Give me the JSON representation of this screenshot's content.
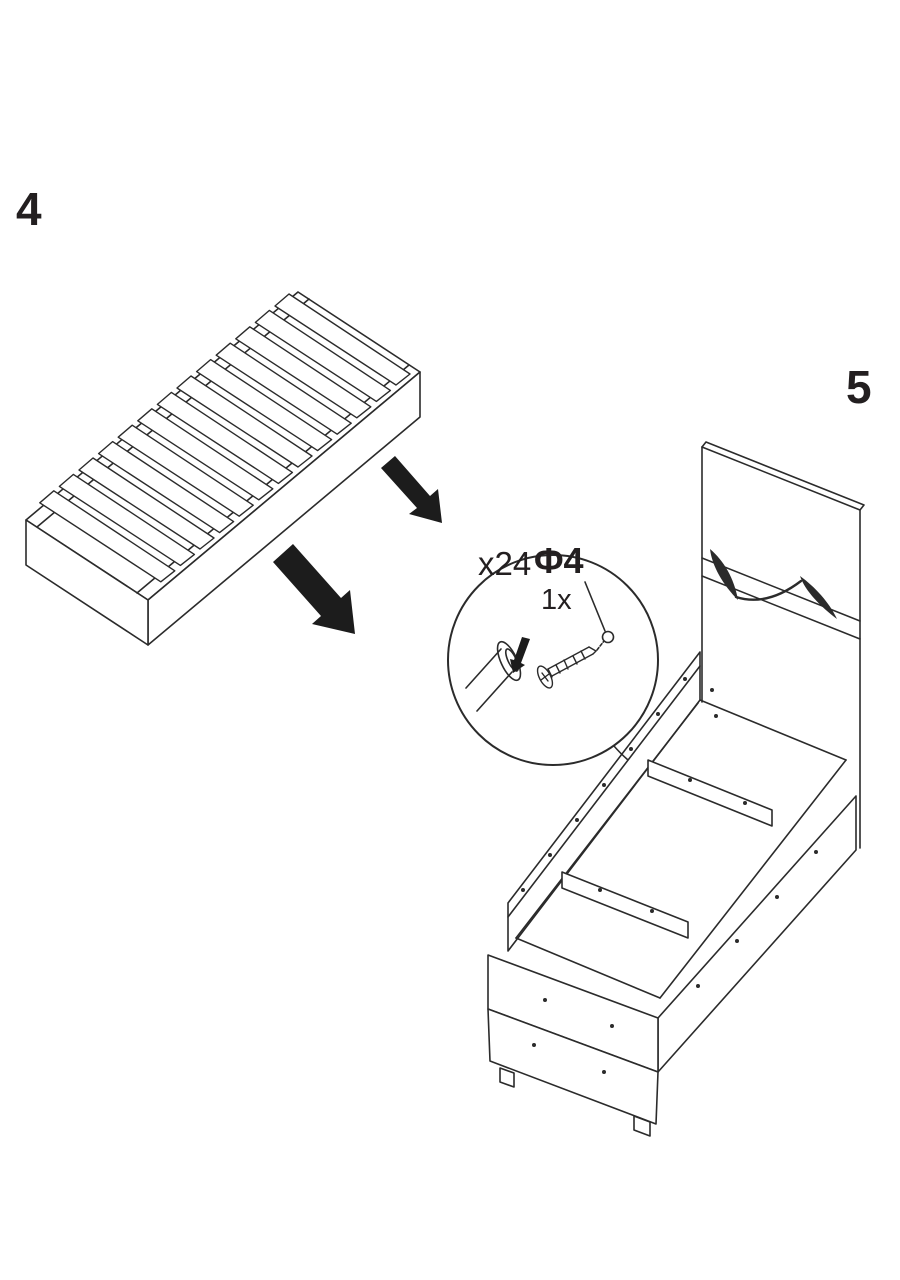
{
  "page": {
    "background": "#ffffff",
    "ink": "#2b2b2b",
    "text_color": "#231f20"
  },
  "steps": {
    "step4": "4",
    "step5": "5"
  },
  "callout": {
    "count": "x24",
    "diameter": "Φ4",
    "quantity": "1x"
  },
  "illustrations": {
    "slatted_base": {
      "slat_count": 13
    },
    "icons": {
      "arrow_small": "thick-arrow-down-right",
      "arrow_large": "thick-arrow-down-right",
      "magnifier": "detail-zoom-circle",
      "screw": "screw-into-pilot-hole"
    }
  }
}
